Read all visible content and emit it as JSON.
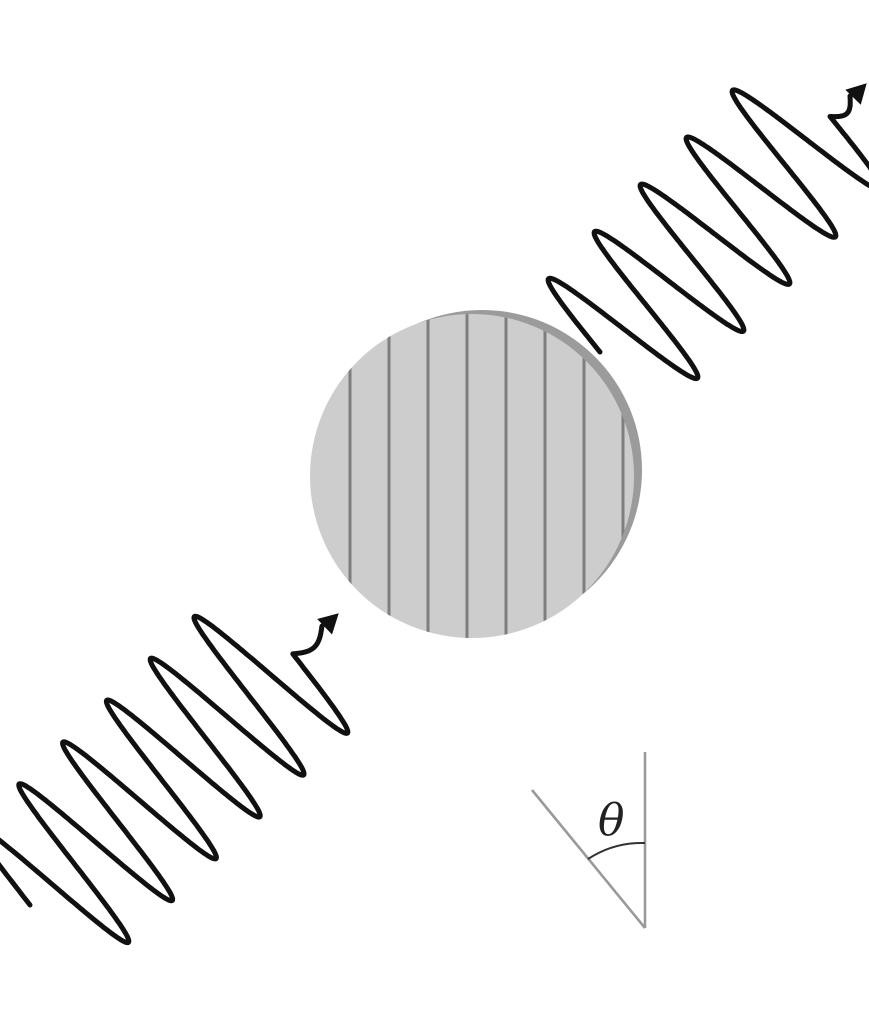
{
  "diagram": {
    "angle_label": "θ",
    "colors": {
      "background": "#ffffff",
      "wave_stroke": "#111111",
      "disk_fill": "#cdcdcd",
      "disk_rim": "#9b9b9b",
      "grating_lines": "#7e7e7e",
      "angle_lines": "#9a9a9a"
    },
    "icons": [
      "incident-wave",
      "polarizer-disk",
      "transmitted-wave",
      "angle-indicator"
    ]
  }
}
